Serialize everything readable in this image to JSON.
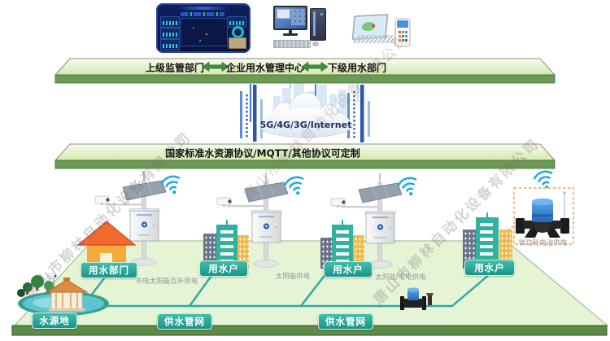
{
  "top_bar": {
    "left": "上级监管部门",
    "center": "企业用水管理中心",
    "right": "下级用水部门"
  },
  "cloud": {
    "label": "5G/4G/3G/Internet"
  },
  "protocol_bar": {
    "label": "国家标准水资源协议/MQTT/其他协议可定制"
  },
  "zones": {
    "water_department": "用水部门",
    "water_user": "用水户",
    "water_source": "水源地",
    "supply_network": "供水管网"
  },
  "power_notes": {
    "station1": "市电太阳能互补供电",
    "station2": "太阳能供电",
    "station3": "太阳能/市电供电",
    "battery_meter": "微功耗电池供电"
  },
  "watermark": {
    "text": "唐山市柳林自动化设备有限公司"
  },
  "colors": {
    "bar_top_face": "#eef7dd",
    "bar_front_face": "#6b9a52",
    "label_teal": "#2bab9b",
    "pipe_line_teal": "#2aa9a1",
    "wifi_blue": "#18a7e8",
    "arrow_green": "#3e8f3e",
    "cloud_text_navy": "#1d2b5a",
    "platform_green": "#e6f4d6",
    "platform_edge_green": "#5e8c48",
    "dashed_box_orange": "#f0a060",
    "meter_cap_blue": "#2f7fd6"
  }
}
